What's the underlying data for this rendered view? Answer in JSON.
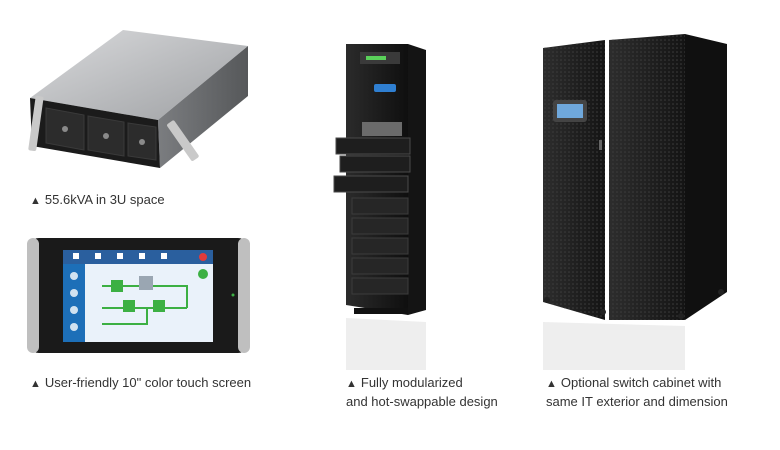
{
  "captions": {
    "rack": "55.6kVA in 3U space",
    "screen": "User-friendly 10\" color touch screen",
    "ups_line1": "Fully modularized",
    "ups_line2": "and hot-swappable design",
    "switch_line1": "Optional switch cabinet with",
    "switch_line2": "same IT exterior and dimension"
  },
  "bullet_glyph": "▲",
  "colors": {
    "caption_text": "#333333",
    "cabinet_dark": "#1c1c1c",
    "screen_blue": "#1d6fb8",
    "screen_green": "#3cb043",
    "accent_blue": "#2f7fd1"
  }
}
